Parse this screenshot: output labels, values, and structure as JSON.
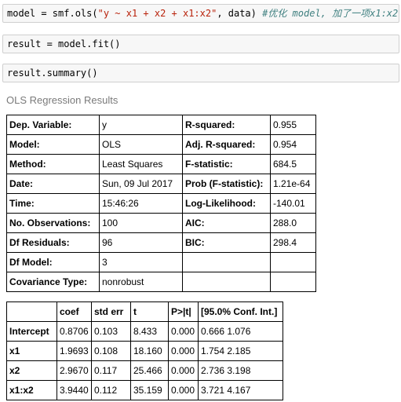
{
  "cells": {
    "cell1": {
      "code_prefix": "model = smf.ols(",
      "string": "\"y ~ x1 + x2 + x1:x2\"",
      "code_suffix": ", data) ",
      "comment": "#优化 model, 加了一项x1:x2"
    },
    "cell2": {
      "code": "result = model.fit()"
    },
    "cell3": {
      "code": "result.summary()"
    }
  },
  "output": {
    "title": "OLS Regression Results",
    "summary_rows": [
      [
        "Dep. Variable:",
        "y",
        "R-squared:",
        "0.955"
      ],
      [
        "Model:",
        "OLS",
        "Adj. R-squared:",
        "0.954"
      ],
      [
        "Method:",
        "Least Squares",
        "F-statistic:",
        "684.5"
      ],
      [
        "Date:",
        "Sun, 09 Jul 2017",
        "Prob (F-statistic):",
        "1.21e-64"
      ],
      [
        "Time:",
        "15:46:26",
        "Log-Likelihood:",
        "-140.01"
      ],
      [
        "No. Observations:",
        "100",
        "AIC:",
        "288.0"
      ],
      [
        "Df Residuals:",
        "96",
        "BIC:",
        "298.4"
      ],
      [
        "Df Model:",
        "3",
        "",
        ""
      ],
      [
        "Covariance Type:",
        "nonrobust",
        "",
        ""
      ]
    ],
    "coef_headers": [
      "",
      "coef",
      "std err",
      "t",
      "P>|t|",
      "[95.0% Conf. Int.]"
    ],
    "coef_rows": [
      [
        "Intercept",
        "0.8706",
        "0.103",
        "8.433",
        "0.000",
        "0.666 1.076"
      ],
      [
        "x1",
        "1.9693",
        "0.108",
        "18.160",
        "0.000",
        "1.754 2.185"
      ],
      [
        "x2",
        "2.9670",
        "0.117",
        "25.466",
        "0.000",
        "2.736 3.198"
      ],
      [
        "x1:x2",
        "3.9440",
        "0.112",
        "35.159",
        "0.000",
        "3.721 4.167"
      ]
    ]
  }
}
